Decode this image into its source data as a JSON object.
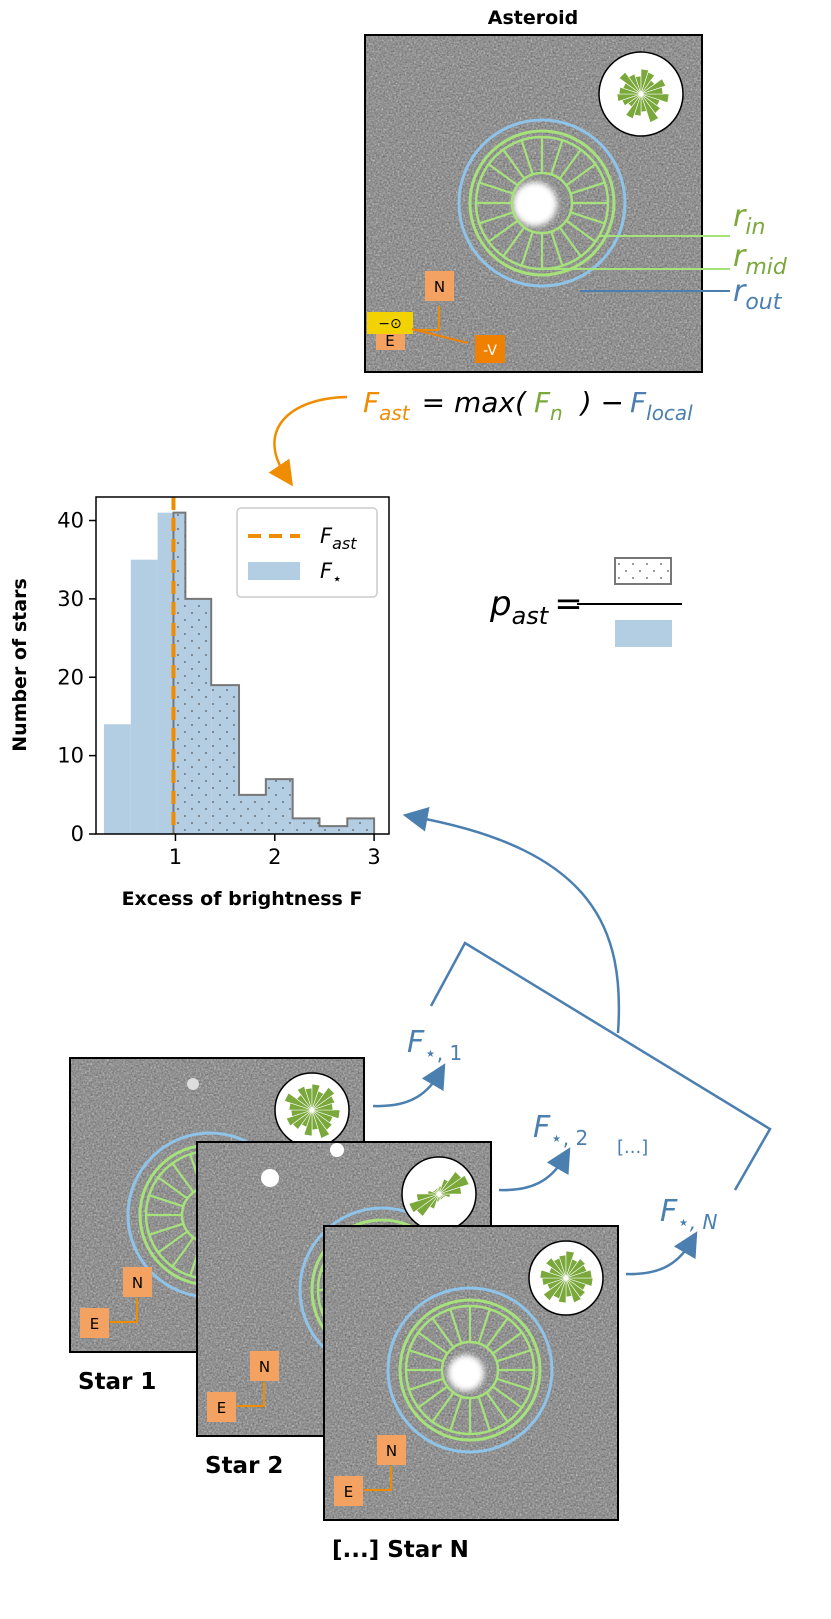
{
  "colors": {
    "orange": "#f08c00",
    "green": "#7aa83a",
    "light_green": "#a6e27a",
    "blue": "#4a7fb0",
    "light_blue": "#8ec3ea",
    "hist_fill": "#b3cde3",
    "yellow": "#f2d200",
    "box_orange": "#f4a262",
    "dark_orange": "#f08000"
  },
  "asteroid": {
    "title": "Asteroid",
    "r_in": "r",
    "r_in_sub": "in",
    "r_mid": "r",
    "r_mid_sub": "mid",
    "r_out": "r",
    "r_out_sub": "out",
    "compass_n": "N",
    "compass_e": "E",
    "sun_label": "−⊙",
    "velocity_label": "-V"
  },
  "formula": {
    "F": "F",
    "ast_sub": "ast",
    "eq_max": "= max(",
    "Fn": "F",
    "n_sub": "n",
    "close_minus": ") −",
    "Flocal": "F",
    "local_sub": "local"
  },
  "p_formula": {
    "p": "p",
    "sub": "ast",
    "eq": "="
  },
  "chart_data": {
    "type": "bar",
    "xlabel": "Excess of brightness F",
    "ylabel": "Number of stars",
    "xlim": [
      0.2,
      3.15
    ],
    "ylim": [
      0,
      43
    ],
    "xticks": [
      "1",
      "2",
      "3"
    ],
    "yticks": [
      "0",
      "10",
      "20",
      "30",
      "40"
    ],
    "bin_edges": [
      0.28,
      0.55,
      0.82,
      0.98,
      1.1,
      1.36,
      1.64,
      1.91,
      2.18,
      2.45,
      2.73,
      3.0
    ],
    "values": [
      14,
      35,
      41,
      41,
      30,
      19,
      5,
      7,
      2,
      1,
      2
    ],
    "threshold": 0.98,
    "legend": {
      "position": "top-right",
      "entries": [
        {
          "symbol": "F",
          "sub": "ast"
        },
        {
          "symbol": "F",
          "sub": "⋆"
        }
      ]
    }
  },
  "stars": [
    {
      "label": "Star 1",
      "flux_symbol": "F",
      "flux_sub": "⋆, 1",
      "compass_n": "N",
      "compass_e": "E"
    },
    {
      "label": "Star 2",
      "flux_symbol": "F",
      "flux_sub": "⋆, 2",
      "compass_n": "N",
      "compass_e": "E"
    },
    {
      "label": "[...] Star N",
      "flux_symbol": "F",
      "flux_sub": "⋆, N",
      "compass_n": "N",
      "compass_e": "E"
    }
  ],
  "ellipsis": "[...]"
}
